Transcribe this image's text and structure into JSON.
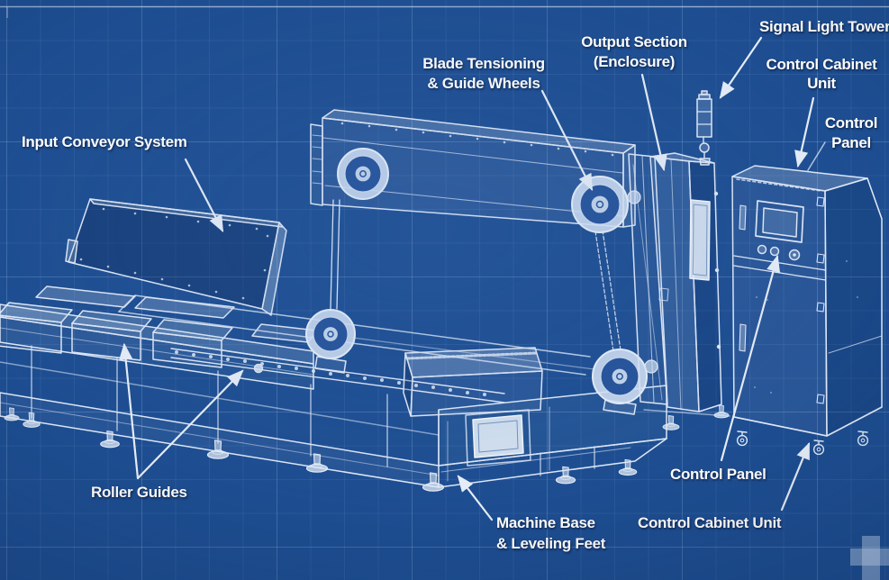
{
  "scene": {
    "background_color": "#1e4e91",
    "grid_color": "#4a77b5",
    "line_color": "#e9f0fb",
    "label_color": "#ffffff"
  },
  "diagram": {
    "labels": {
      "input_conveyor_system": {
        "text": "Input Conveyor System"
      },
      "blade_tensioning_guide_wheels": {
        "line1": "Blade Tensioning",
        "line2": "& Guide Wheels"
      },
      "output_section_enclosure": {
        "line1": "Output Section",
        "line2": "(Enclosure)"
      },
      "signal_light_tower": {
        "text": "Signal Light Tower"
      },
      "control_cabinet_unit_top": {
        "line1": "Control Cabinet",
        "line2": "Unit"
      },
      "control_panel_right": {
        "line1": "Control",
        "line2": "Panel"
      },
      "roller_guides": {
        "text": "Roller Guides"
      },
      "machine_base_leveling_feet": {
        "line1": "Machine Base",
        "line2": "& Leveling Feet"
      },
      "control_panel_bottom": {
        "text": "Control Panel"
      },
      "control_cabinet_unit_bottom": {
        "text": "Control Cabinet Unit"
      }
    },
    "watermark": {
      "icon": "plus-icon"
    }
  }
}
